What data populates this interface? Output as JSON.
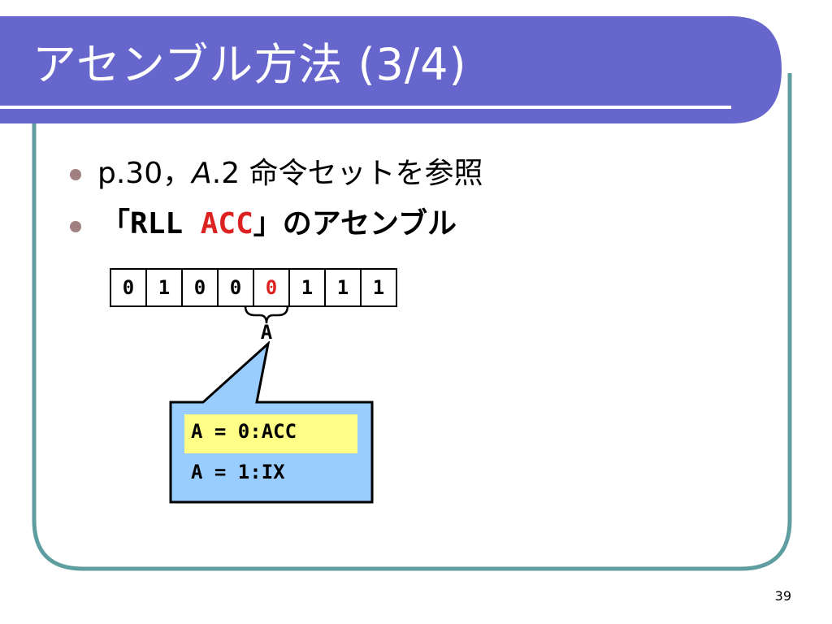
{
  "slide": {
    "title": "アセンブル方法 (3/4)",
    "page_number": "39"
  },
  "bullets": [
    {
      "text_prefix": "p.30，",
      "text_italic": "A",
      "text_suffix": ".2 命令セットを参照"
    },
    {
      "open_bracket": "「",
      "mnemonic": "RLL",
      "operand": "ACC",
      "close_text": "」のアセンブル"
    }
  ],
  "instruction_bits": [
    "0",
    "1",
    "0",
    "0",
    "0",
    "1",
    "1",
    "1"
  ],
  "highlighted_bit_index": 4,
  "field_label": "A",
  "callout": {
    "lines": [
      "A = 0:ACC",
      "A = 1:IX"
    ],
    "highlighted_line_index": 0
  },
  "colors": {
    "title_bar": "#6666cc",
    "frame_border": "#5f9ea0",
    "bullet_dot": "#a08080",
    "operand_red": "#dd2222",
    "callout_fill": "#99ccff",
    "callout_highlight": "#ffff88"
  }
}
